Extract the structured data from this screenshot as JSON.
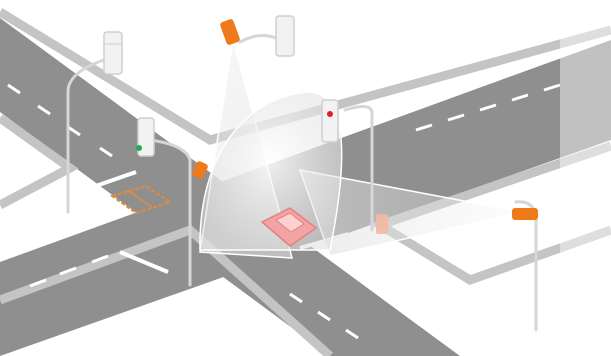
{
  "scene": {
    "kind": "isometric intersection illustration",
    "colors": {
      "background": "#ffffff",
      "road": "#8f8f8f",
      "road_edge": "#c7c7c7",
      "sidewalk": "#f1f1f1",
      "lane_marking": "#ffffff",
      "pole": "#d7d7d7",
      "signal_housing": "#f2f2f2",
      "camera": "#f07a1a",
      "signal_green": "#18b04b",
      "signal_red": "#e51d2b",
      "vehicle": "#f2a3a3",
      "detection_zone": "#ffe0c4",
      "camera_fov": "#e9e9e9"
    },
    "elements": [
      {
        "name": "traffic-signal-northwest",
        "state": "off"
      },
      {
        "name": "traffic-signal-west",
        "state": "green"
      },
      {
        "name": "traffic-signal-center",
        "state": "red"
      },
      {
        "name": "camera-north",
        "state": "active"
      },
      {
        "name": "camera-east",
        "state": "active"
      },
      {
        "name": "camera-west",
        "state": "active"
      },
      {
        "name": "vehicle",
        "state": "in-view"
      },
      {
        "name": "pedestrian-marker",
        "state": "in-view"
      },
      {
        "name": "detection-zone",
        "state": "marked"
      }
    ]
  }
}
